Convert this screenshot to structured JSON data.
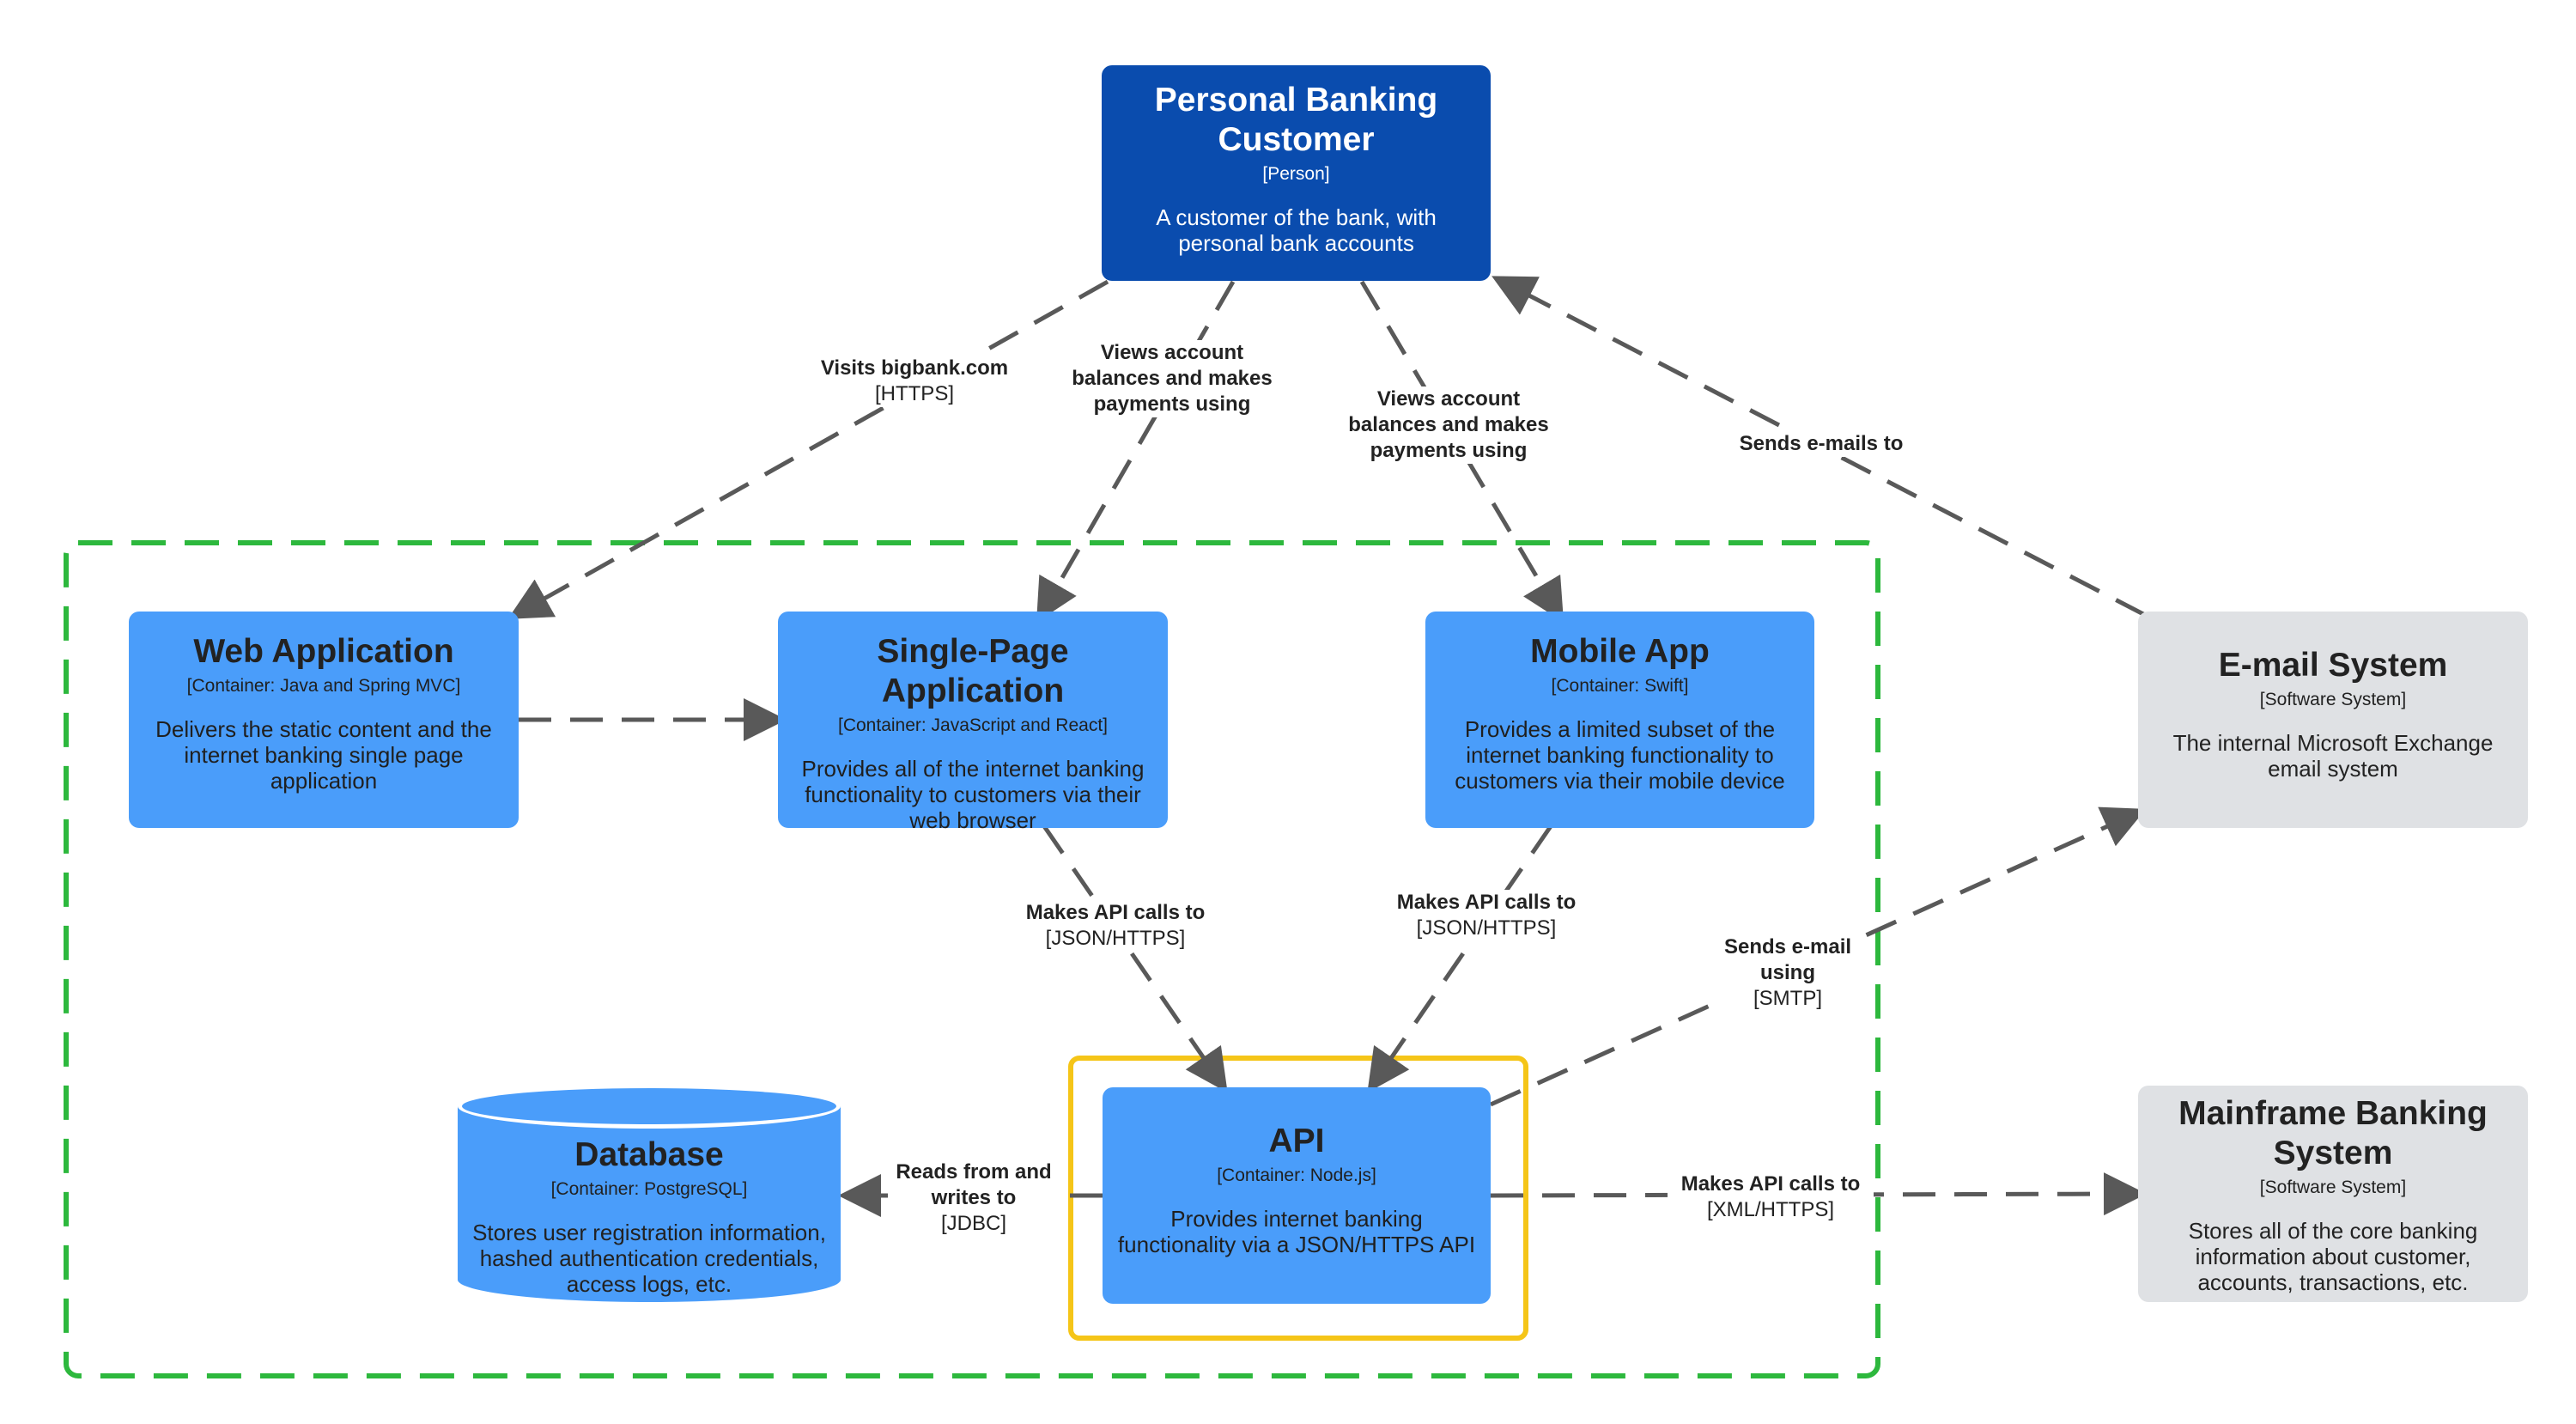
{
  "nodes": {
    "customer": {
      "title": "Personal Banking Customer",
      "type": "[Person]",
      "desc": "A customer of the bank, with personal bank accounts"
    },
    "web_app": {
      "title": "Web Application",
      "type": "[Container: Java and Spring MVC]",
      "desc": "Delivers the static content and the internet banking single page application"
    },
    "spa": {
      "title": "Single-Page Application",
      "type": "[Container: JavaScript and React]",
      "desc": "Provides all of the internet banking functionality to customers via their web browser"
    },
    "mobile": {
      "title": "Mobile App",
      "type": "[Container: Swift]",
      "desc": "Provides a limited subset of the internet banking functionality to customers via their mobile device"
    },
    "email": {
      "title": "E-mail System",
      "type": "[Software System]",
      "desc": "The internal Microsoft Exchange email system"
    },
    "mainframe": {
      "title": "Mainframe Banking System",
      "type": "[Software System]",
      "desc": "Stores all of the core banking information about customer, accounts, transactions, etc."
    },
    "api": {
      "title": "API",
      "type": "[Container: Node.js]",
      "desc": "Provides internet banking functionality via a JSON/HTTPS API"
    },
    "database": {
      "title": "Database",
      "type": "[Container: PostgreSQL]",
      "desc": "Stores user registration information, hashed authentication credentials, access logs, etc."
    }
  },
  "edges": {
    "visits": {
      "label": "Visits bigbank.com",
      "tech": "[HTTPS]"
    },
    "views_spa": {
      "label": "Views account balances and makes payments using",
      "tech": ""
    },
    "views_mobile": {
      "label": "Views account balances and makes payments using",
      "tech": ""
    },
    "sends_emails": {
      "label": "Sends e-mails to",
      "tech": ""
    },
    "spa_api": {
      "label": "Makes API calls to",
      "tech": "[JSON/HTTPS]"
    },
    "mobile_api": {
      "label": "Makes API calls to",
      "tech": "[JSON/HTTPS]"
    },
    "api_email": {
      "label": "Sends e-mail using",
      "tech": "[SMTP]"
    },
    "api_db": {
      "label": "Reads from and writes to",
      "tech": "[JDBC]"
    },
    "api_mainframe": {
      "label": "Makes API calls to",
      "tech": "[XML/HTTPS]"
    }
  },
  "colors": {
    "person": "#0a4cae",
    "container": "#4a9dfa",
    "external": "#dfe1e4",
    "boundary": "#2db83d",
    "highlight": "#f5c518",
    "connector": "#595959"
  }
}
